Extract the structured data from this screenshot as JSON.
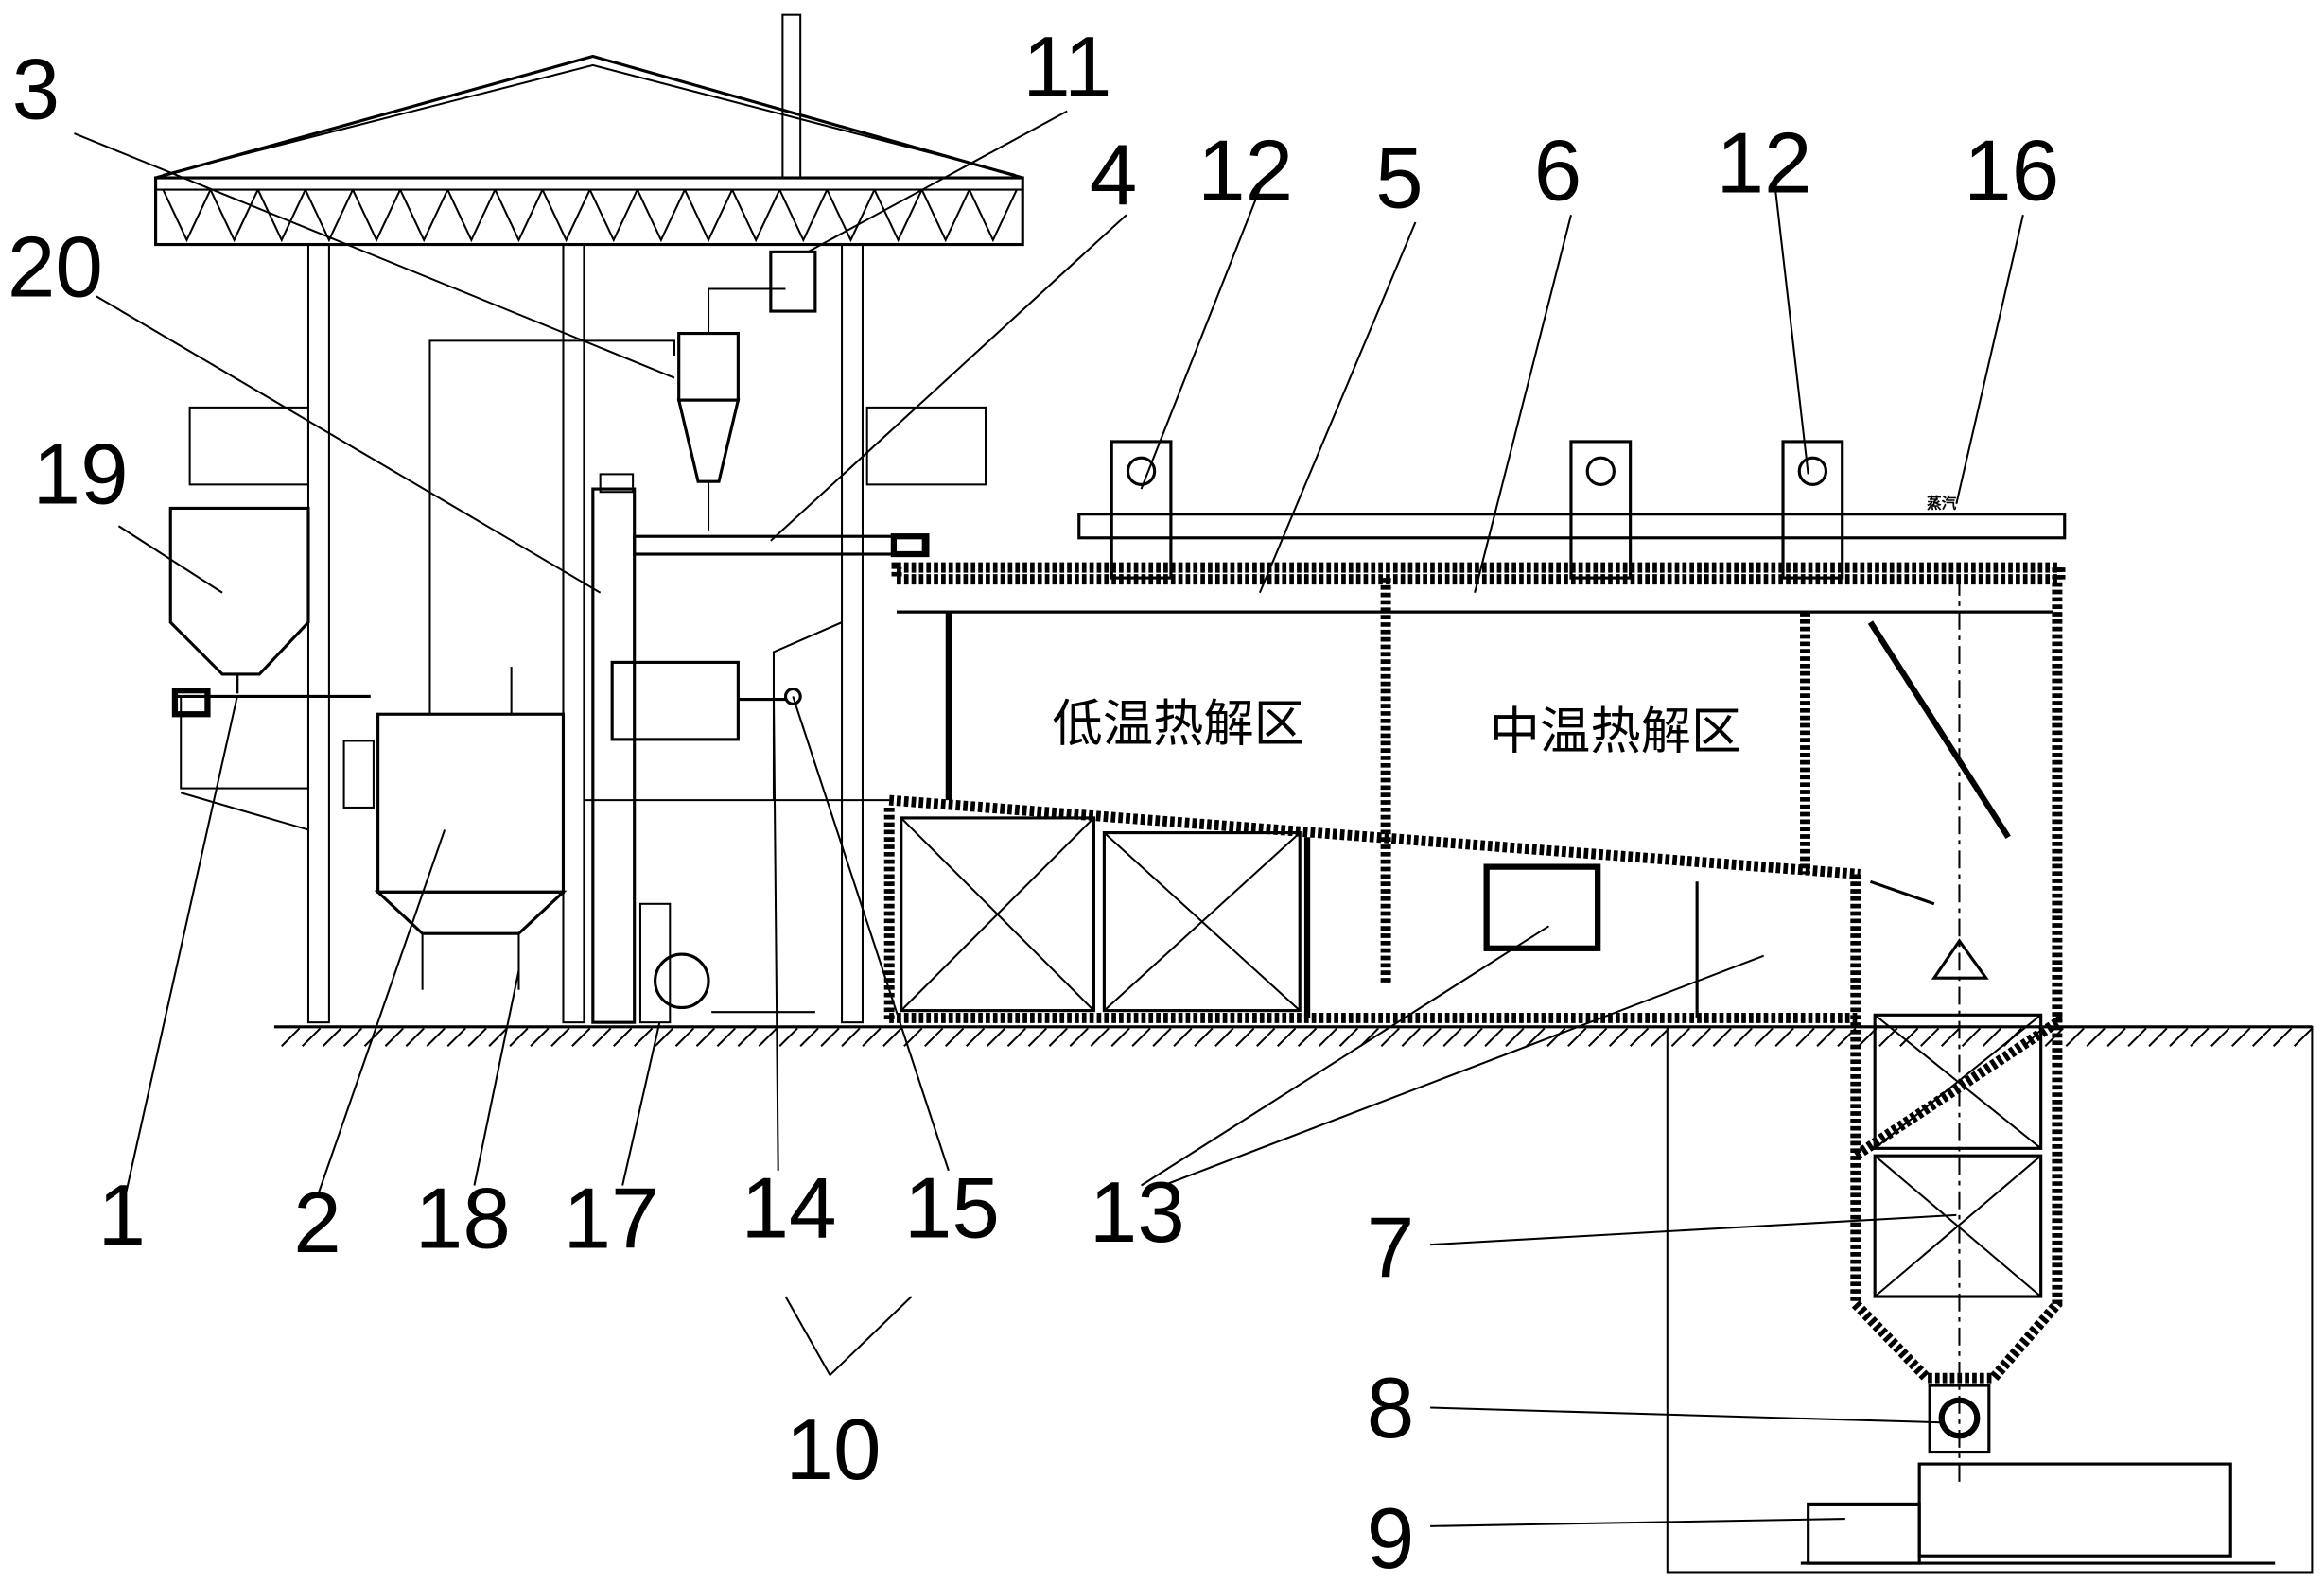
{
  "zones": {
    "low_temp": "低温热解区",
    "mid_temp": "中温热解区"
  },
  "steam_tag": "蒸汽",
  "labels": [
    {
      "id": "3",
      "text": "3"
    },
    {
      "id": "11",
      "text": "11"
    },
    {
      "id": "4",
      "text": "4"
    },
    {
      "id": "12a",
      "text": "12"
    },
    {
      "id": "5",
      "text": "5"
    },
    {
      "id": "6",
      "text": "6"
    },
    {
      "id": "12b",
      "text": "12"
    },
    {
      "id": "16",
      "text": "16"
    },
    {
      "id": "20",
      "text": "20"
    },
    {
      "id": "19",
      "text": "19"
    },
    {
      "id": "1",
      "text": "1"
    },
    {
      "id": "2",
      "text": "2"
    },
    {
      "id": "18",
      "text": "18"
    },
    {
      "id": "17",
      "text": "17"
    },
    {
      "id": "14",
      "text": "14"
    },
    {
      "id": "15",
      "text": "15"
    },
    {
      "id": "10",
      "text": "10"
    },
    {
      "id": "13",
      "text": "13"
    },
    {
      "id": "7",
      "text": "7"
    },
    {
      "id": "8",
      "text": "8"
    },
    {
      "id": "9",
      "text": "9"
    }
  ]
}
